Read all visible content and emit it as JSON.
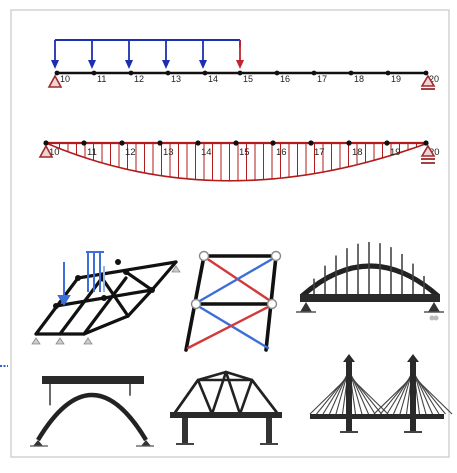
{
  "beam1": {
    "nodes": [
      "10",
      "11",
      "12",
      "13",
      "14",
      "15",
      "16",
      "17",
      "18",
      "19",
      "20"
    ]
  },
  "beam2": {
    "nodes": [
      "10",
      "11",
      "12",
      "13",
      "14",
      "15",
      "16",
      "17",
      "18",
      "19",
      "20"
    ]
  },
  "colors": {
    "load_blue": "#1c2fb0",
    "load_red": "#c3242e",
    "moment_red": "#b21b1b",
    "support_red": "#9e2b2b",
    "beam_black": "#111111",
    "truss_blue": "#3d6fd8",
    "truss_red": "#d23a3a"
  },
  "icons": [
    "grillage-icon",
    "braced-frame-icon",
    "tied-arch-bridge-icon",
    "deck-arch-bridge-icon",
    "truss-bridge-icon",
    "cable-stayed-bridge-icon"
  ]
}
